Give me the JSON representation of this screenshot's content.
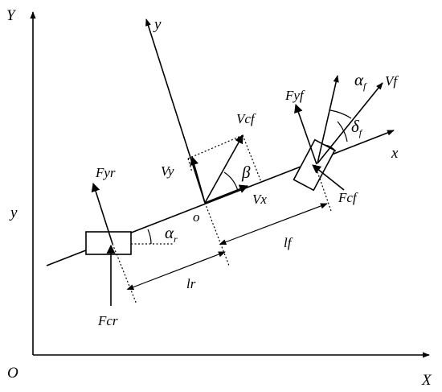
{
  "axes": {
    "global_y": "Y",
    "global_x": "X",
    "origin": "O",
    "y_position": "y",
    "body_y": "y",
    "body_x": "x",
    "cg": "o"
  },
  "forces": {
    "fyr": "Fyr",
    "fcr": "Fcr",
    "fyf": "Fyf",
    "fcf": "Fcf"
  },
  "velocities": {
    "vcf": "Vcf",
    "vy": "Vy",
    "vx": "Vx",
    "vf": "Vf"
  },
  "angles": {
    "beta": "β",
    "alpha_r_symbol": "α",
    "alpha_r_sub": "r",
    "alpha_f_symbol": "α",
    "alpha_f_sub": "f",
    "delta_f_symbol": "δ",
    "delta_f_sub": "f"
  },
  "dimensions": {
    "lr": "lr",
    "lf": "lf"
  }
}
